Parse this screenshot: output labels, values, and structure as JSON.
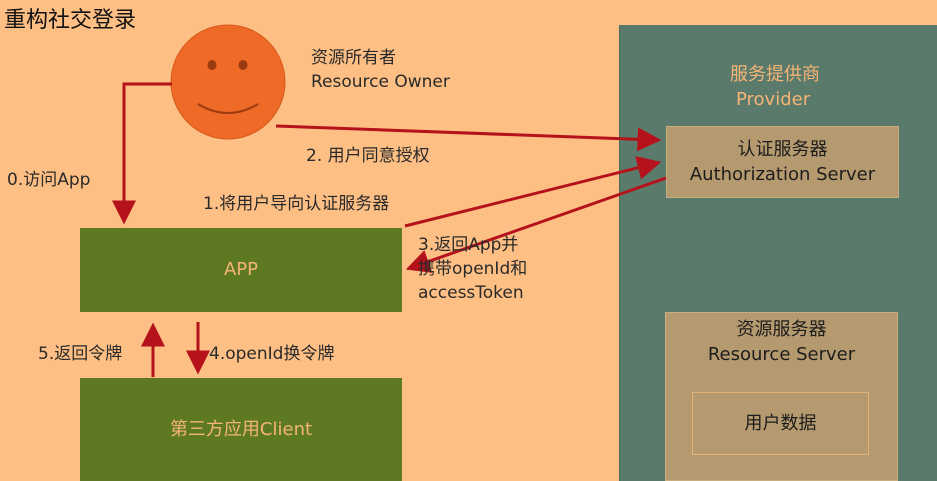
{
  "title": "重构社交登录",
  "resource_owner": {
    "cn": "资源所有者",
    "en": "Resource Owner"
  },
  "provider": {
    "cn": "服务提供商",
    "en": "Provider"
  },
  "auth_server": {
    "cn": "认证服务器",
    "en": "Authorization Server"
  },
  "resource_server": {
    "cn": "资源服务器",
    "en": "Resource Server"
  },
  "user_data": "用户数据",
  "app": "APP",
  "client": "第三方应用Client",
  "steps": {
    "s0": "0.访问App",
    "s1": "1.将用户导向认证服务器",
    "s2": "2. 用户同意授权",
    "s3_line1": "3.返回App并",
    "s3_line2": "携带openId和",
    "s3_line3": "accessToken",
    "s4": "4.openId换令牌",
    "s5": "5.返回令牌"
  },
  "colors": {
    "background": "#fdbf84",
    "provider_panel": "#5a7a6c",
    "server_box": "#b59a6f",
    "app_box": "#5d7a23",
    "arrow": "#b5121b",
    "face": "#ef6a26"
  }
}
